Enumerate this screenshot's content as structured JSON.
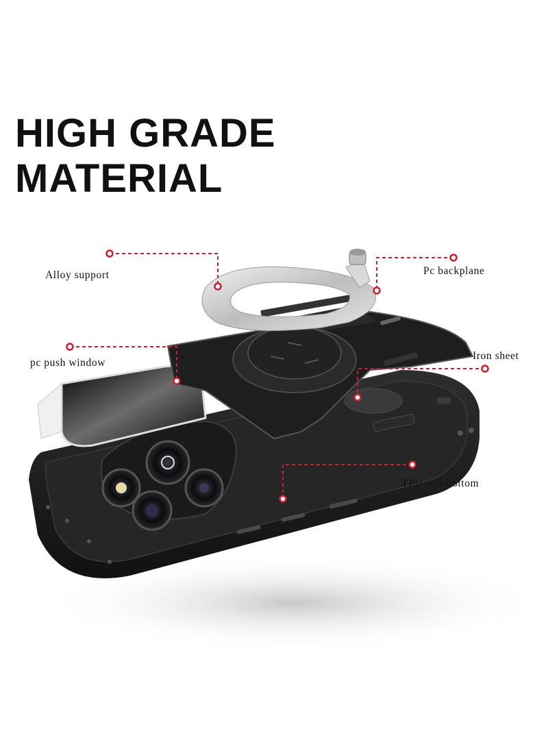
{
  "headline": {
    "line1": "HIGH GRADE",
    "line2": "MATERIAL"
  },
  "callouts": {
    "alloy_support": "Alloy support",
    "pc_backplane": "Pc backplane",
    "pc_push_window": "pc push window",
    "iron_sheet": "Iron sheet",
    "tpu_soft_bottom": "TPU soft bottom"
  },
  "colors": {
    "accent": "#cc1f2d",
    "text": "#111111",
    "case": "#1c1c1c",
    "ring": "#d7d7d7"
  }
}
